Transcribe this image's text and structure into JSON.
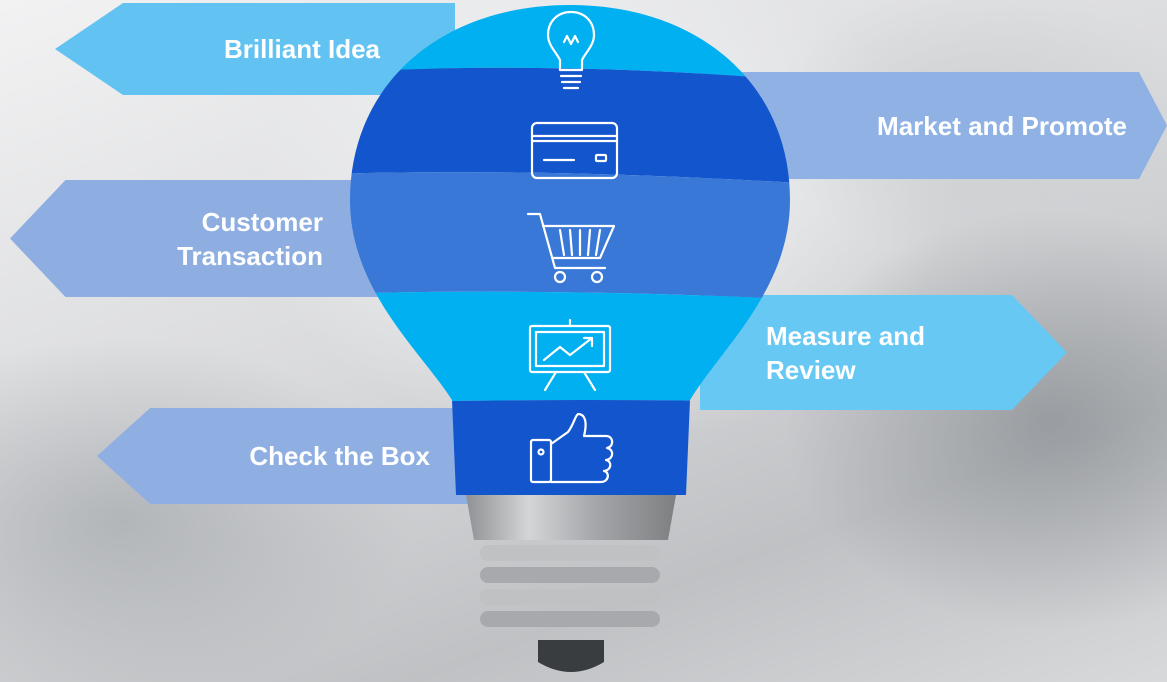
{
  "steps": [
    {
      "label": "Brilliant Idea",
      "icon": "lightbulb-icon"
    },
    {
      "label": "Market and Promote",
      "icon": "credit-card-icon"
    },
    {
      "label": "Customer Transaction",
      "label_lines": [
        "Customer",
        "Transaction"
      ],
      "icon": "shopping-cart-icon"
    },
    {
      "label": "Measure and Review",
      "label_lines": [
        "Measure and",
        "Review"
      ],
      "icon": "presentation-chart-icon"
    },
    {
      "label": "Check the Box",
      "icon": "thumbs-up-icon"
    }
  ],
  "colors": {
    "band_light": "#00b0f0",
    "band_dark": "#1255cc",
    "band_mid": "#3a78d8",
    "banner_light": "#62c2f1",
    "banner_blue": "#8fb1e3",
    "base_gray": "#a9abad",
    "tip": "#3a3d40"
  }
}
